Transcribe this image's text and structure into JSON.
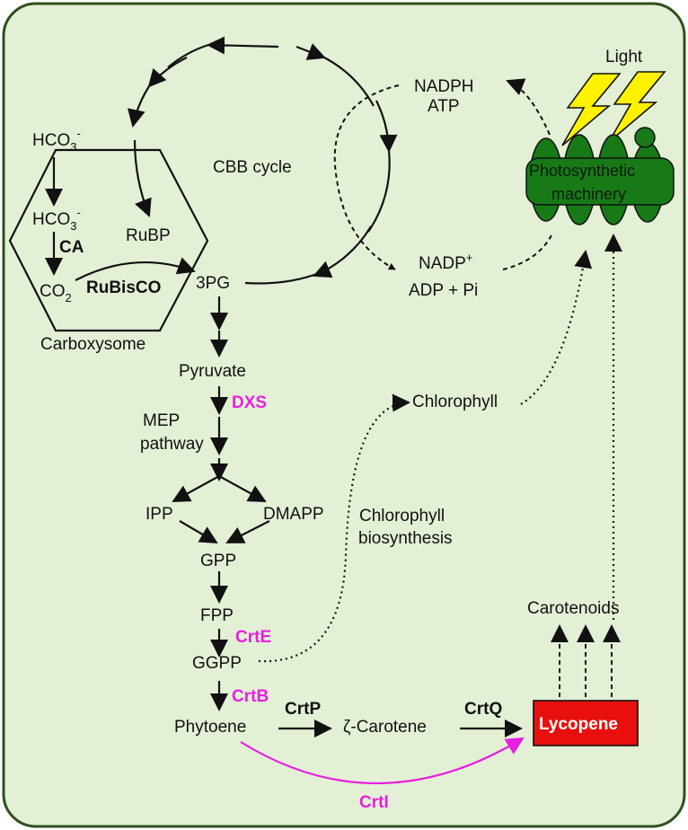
{
  "labels": {
    "hco3_outer": "HCO",
    "hco3_inner": "HCO",
    "sub3": "3",
    "sup_minus": "-",
    "sup_plus": "+",
    "sub2": "2",
    "co2": "CO",
    "ca": "CA",
    "rubisco": "RuBisCO",
    "carboxysome": "Carboxysome",
    "rubp": "RuBP",
    "pg3": "3PG",
    "cbb_cycle": "CBB cycle",
    "nadph": "NADPH",
    "atp": "ATP",
    "nadp": "NADP",
    "adp_pi": "ADP + Pi",
    "light": "Light",
    "photo_line1": "Photosynthetic",
    "photo_line2": "machinery",
    "pyruvate": "Pyruvate",
    "dxs": "DXS",
    "mep_line1": "MEP",
    "mep_line2": "pathway",
    "chlorophyll": "Chlorophyll",
    "ipp": "IPP",
    "dmapp": "DMAPP",
    "chl_bio_line1": "Chlorophyll",
    "chl_bio_line2": "biosynthesis",
    "gpp": "GPP",
    "fpp": "FPP",
    "crte": "CrtE",
    "ggpp": "GGPP",
    "crtb": "CrtB",
    "carotenoids": "Carotenoids",
    "phytoene": "Phytoene",
    "crtp": "CrtP",
    "zeta_carotene": "ζ-Carotene",
    "crtq": "CrtQ",
    "lycopene": "Lycopene",
    "crti": "CrtI"
  },
  "colors": {
    "background": "#e3f0d6",
    "border": "#2f4f1f",
    "enzyme_magenta": "#e81ee0",
    "machinery_green": "#177a17",
    "lycopene_red": "#e8100c",
    "lightning_yellow": "#fff200"
  }
}
